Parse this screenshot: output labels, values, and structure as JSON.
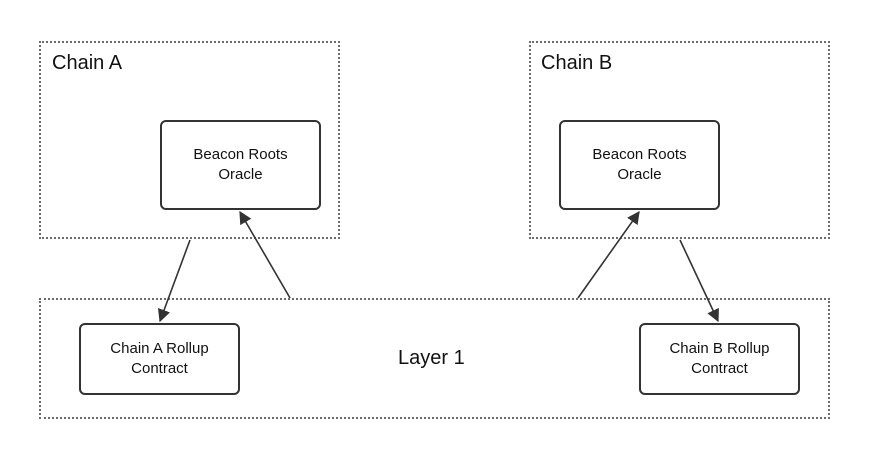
{
  "regions": {
    "chain_a": {
      "label": "Chain A"
    },
    "chain_b": {
      "label": "Chain B"
    },
    "layer1": {
      "label": "Layer 1"
    }
  },
  "nodes": {
    "oracle_a": {
      "label": "Beacon Roots\nOracle"
    },
    "oracle_b": {
      "label": "Beacon Roots\nOracle"
    },
    "rollup_a": {
      "label": "Chain A Rollup\nContract"
    },
    "rollup_b": {
      "label": "Chain B Rollup\nContract"
    }
  },
  "edges": [
    {
      "from": "chain-a-region",
      "to": "rollup-a"
    },
    {
      "from": "layer1-region",
      "to": "oracle-a"
    },
    {
      "from": "layer1-region",
      "to": "oracle-b"
    },
    {
      "from": "chain-b-region",
      "to": "rollup-b"
    }
  ],
  "colors": {
    "stroke": "#333333",
    "region_border": "#6b6b6b",
    "text": "#111111"
  }
}
